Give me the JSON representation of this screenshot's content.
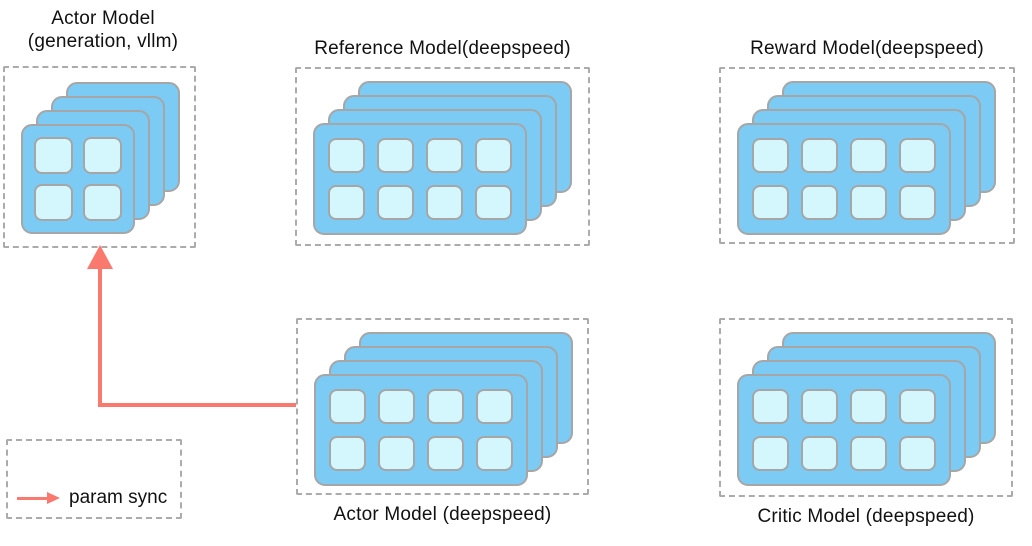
{
  "colors": {
    "card_fill": "#7BCBF4",
    "cell_fill": "#D4F7FE",
    "card_border": "#A6A6A6",
    "dashed_border": "#ABABAB",
    "arrow": "#F9796F",
    "text": "#111111"
  },
  "nodes": [
    {
      "id": "actor-generation",
      "title_line1": "Actor Model",
      "title_line2": "(generation, vllm)",
      "layers": 4,
      "grid_cols": 2,
      "grid_rows": 2
    },
    {
      "id": "reference-model",
      "title": "Reference Model(deepspeed)",
      "layers": 4,
      "grid_cols": 4,
      "grid_rows": 2
    },
    {
      "id": "reward-model",
      "title": "Reward Model(deepspeed)",
      "layers": 4,
      "grid_cols": 4,
      "grid_rows": 2
    },
    {
      "id": "actor-model-deepspeed",
      "title": "Actor Model (deepspeed)",
      "layers": 4,
      "grid_cols": 4,
      "grid_rows": 2
    },
    {
      "id": "critic-model-deepspeed",
      "title": "Critic Model (deepspeed)",
      "layers": 4,
      "grid_cols": 4,
      "grid_rows": 2
    }
  ],
  "legend": {
    "param_sync_label": "param sync"
  }
}
